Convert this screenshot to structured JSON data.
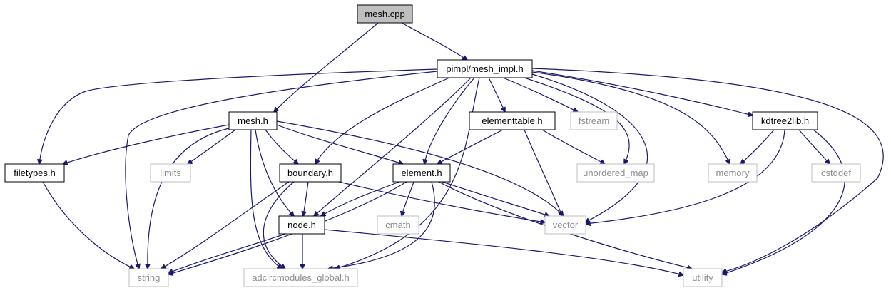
{
  "graph": {
    "edge_color": "#191970",
    "root_fill": "#bfbfbf",
    "external_border": "#bfbfbf",
    "nodes": [
      {
        "id": "mesh_cpp",
        "label": "mesh.cpp",
        "kind": "root"
      },
      {
        "id": "pimpl_mesh_impl_h",
        "label": "pimpl/mesh_impl.h",
        "kind": "local"
      },
      {
        "id": "mesh_h",
        "label": "mesh.h",
        "kind": "local"
      },
      {
        "id": "elementtable_h",
        "label": "elementtable.h",
        "kind": "local"
      },
      {
        "id": "fstream",
        "label": "fstream",
        "kind": "external"
      },
      {
        "id": "kdtree2lib_h",
        "label": "kdtree2lib.h",
        "kind": "local"
      },
      {
        "id": "filetypes_h",
        "label": "filetypes.h",
        "kind": "local"
      },
      {
        "id": "limits",
        "label": "limits",
        "kind": "external"
      },
      {
        "id": "boundary_h",
        "label": "boundary.h",
        "kind": "local"
      },
      {
        "id": "element_h",
        "label": "element.h",
        "kind": "local"
      },
      {
        "id": "unordered_map",
        "label": "unordered_map",
        "kind": "external"
      },
      {
        "id": "memory",
        "label": "memory",
        "kind": "external"
      },
      {
        "id": "cstddef",
        "label": "cstddef",
        "kind": "external"
      },
      {
        "id": "node_h",
        "label": "node.h",
        "kind": "local"
      },
      {
        "id": "cmath",
        "label": "cmath",
        "kind": "external"
      },
      {
        "id": "vector",
        "label": "vector",
        "kind": "external"
      },
      {
        "id": "string",
        "label": "string",
        "kind": "external"
      },
      {
        "id": "adcircmodules_global_h",
        "label": "adcircmodules_global.h",
        "kind": "external"
      },
      {
        "id": "utility",
        "label": "utility",
        "kind": "external"
      }
    ],
    "edges": [
      {
        "from": "mesh_cpp",
        "to": "pimpl_mesh_impl_h"
      },
      {
        "from": "mesh_cpp",
        "to": "mesh_h"
      },
      {
        "from": "pimpl_mesh_impl_h",
        "to": "filetypes_h"
      },
      {
        "from": "pimpl_mesh_impl_h",
        "to": "string"
      },
      {
        "from": "pimpl_mesh_impl_h",
        "to": "boundary_h"
      },
      {
        "from": "pimpl_mesh_impl_h",
        "to": "node_h"
      },
      {
        "from": "pimpl_mesh_impl_h",
        "to": "element_h"
      },
      {
        "from": "pimpl_mesh_impl_h",
        "to": "adcircmodules_global_h"
      },
      {
        "from": "pimpl_mesh_impl_h",
        "to": "elementtable_h"
      },
      {
        "from": "pimpl_mesh_impl_h",
        "to": "fstream"
      },
      {
        "from": "pimpl_mesh_impl_h",
        "to": "unordered_map"
      },
      {
        "from": "pimpl_mesh_impl_h",
        "to": "vector"
      },
      {
        "from": "pimpl_mesh_impl_h",
        "to": "memory"
      },
      {
        "from": "pimpl_mesh_impl_h",
        "to": "kdtree2lib_h"
      },
      {
        "from": "pimpl_mesh_impl_h",
        "to": "utility"
      },
      {
        "from": "mesh_h",
        "to": "filetypes_h"
      },
      {
        "from": "mesh_h",
        "to": "string"
      },
      {
        "from": "mesh_h",
        "to": "limits"
      },
      {
        "from": "mesh_h",
        "to": "boundary_h"
      },
      {
        "from": "mesh_h",
        "to": "node_h"
      },
      {
        "from": "mesh_h",
        "to": "adcircmodules_global_h"
      },
      {
        "from": "mesh_h",
        "to": "element_h"
      },
      {
        "from": "mesh_h",
        "to": "vector"
      },
      {
        "from": "elementtable_h",
        "to": "element_h"
      },
      {
        "from": "elementtable_h",
        "to": "unordered_map"
      },
      {
        "from": "elementtable_h",
        "to": "vector"
      },
      {
        "from": "kdtree2lib_h",
        "to": "memory"
      },
      {
        "from": "kdtree2lib_h",
        "to": "cstddef"
      },
      {
        "from": "kdtree2lib_h",
        "to": "vector"
      },
      {
        "from": "kdtree2lib_h",
        "to": "utility"
      },
      {
        "from": "filetypes_h",
        "to": "string"
      },
      {
        "from": "boundary_h",
        "to": "node_h"
      },
      {
        "from": "boundary_h",
        "to": "string"
      },
      {
        "from": "boundary_h",
        "to": "adcircmodules_global_h"
      },
      {
        "from": "boundary_h",
        "to": "vector"
      },
      {
        "from": "element_h",
        "to": "node_h"
      },
      {
        "from": "element_h",
        "to": "string"
      },
      {
        "from": "element_h",
        "to": "cmath"
      },
      {
        "from": "element_h",
        "to": "vector"
      },
      {
        "from": "element_h",
        "to": "adcircmodules_global_h"
      },
      {
        "from": "element_h",
        "to": "utility"
      },
      {
        "from": "node_h",
        "to": "string"
      },
      {
        "from": "node_h",
        "to": "adcircmodules_global_h"
      },
      {
        "from": "node_h",
        "to": "utility"
      }
    ]
  }
}
